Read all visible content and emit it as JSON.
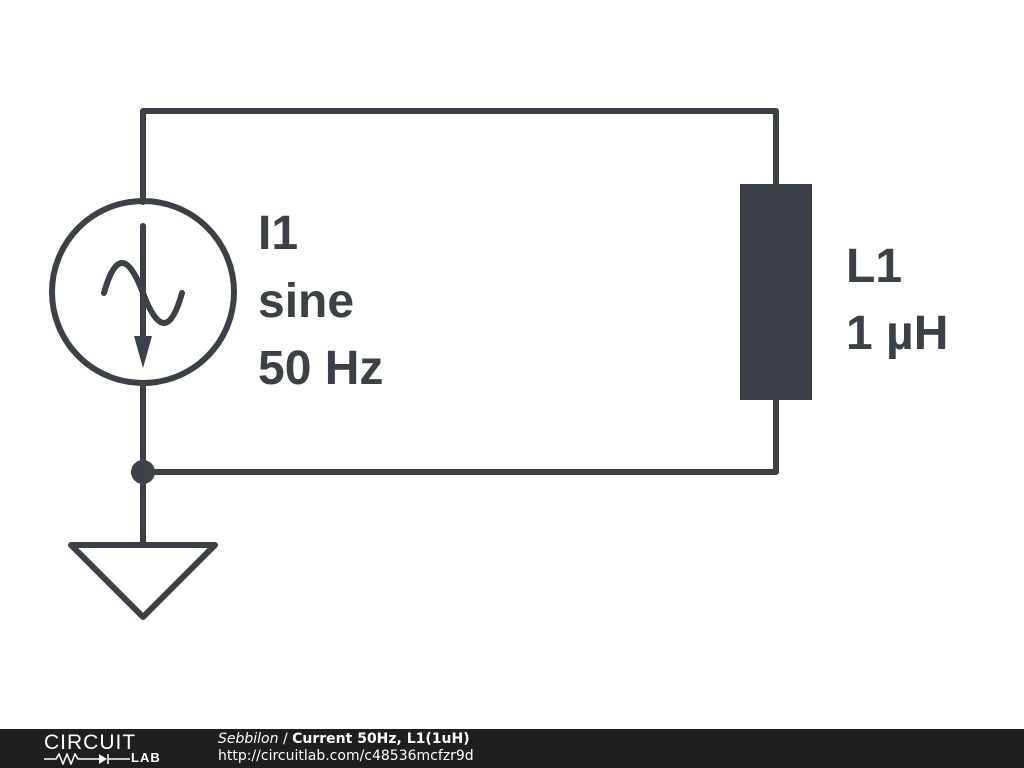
{
  "components": {
    "source": {
      "ref": "I1",
      "type": "sine",
      "frequency": "50 Hz"
    },
    "inductor": {
      "ref": "L1",
      "value": "1 µH"
    }
  },
  "footer": {
    "logo_top": "CIRCUIT",
    "logo_bottom": "LAB",
    "author": "Sebbilon",
    "separator": "/",
    "title": "Current 50Hz, L1(1uH)",
    "url": "http://circuitlab.com/c48536mcfzr9d"
  },
  "colors": {
    "wire": "#3b4146",
    "footer_bg": "#1d1f21",
    "footer_text": "#ffffff"
  }
}
